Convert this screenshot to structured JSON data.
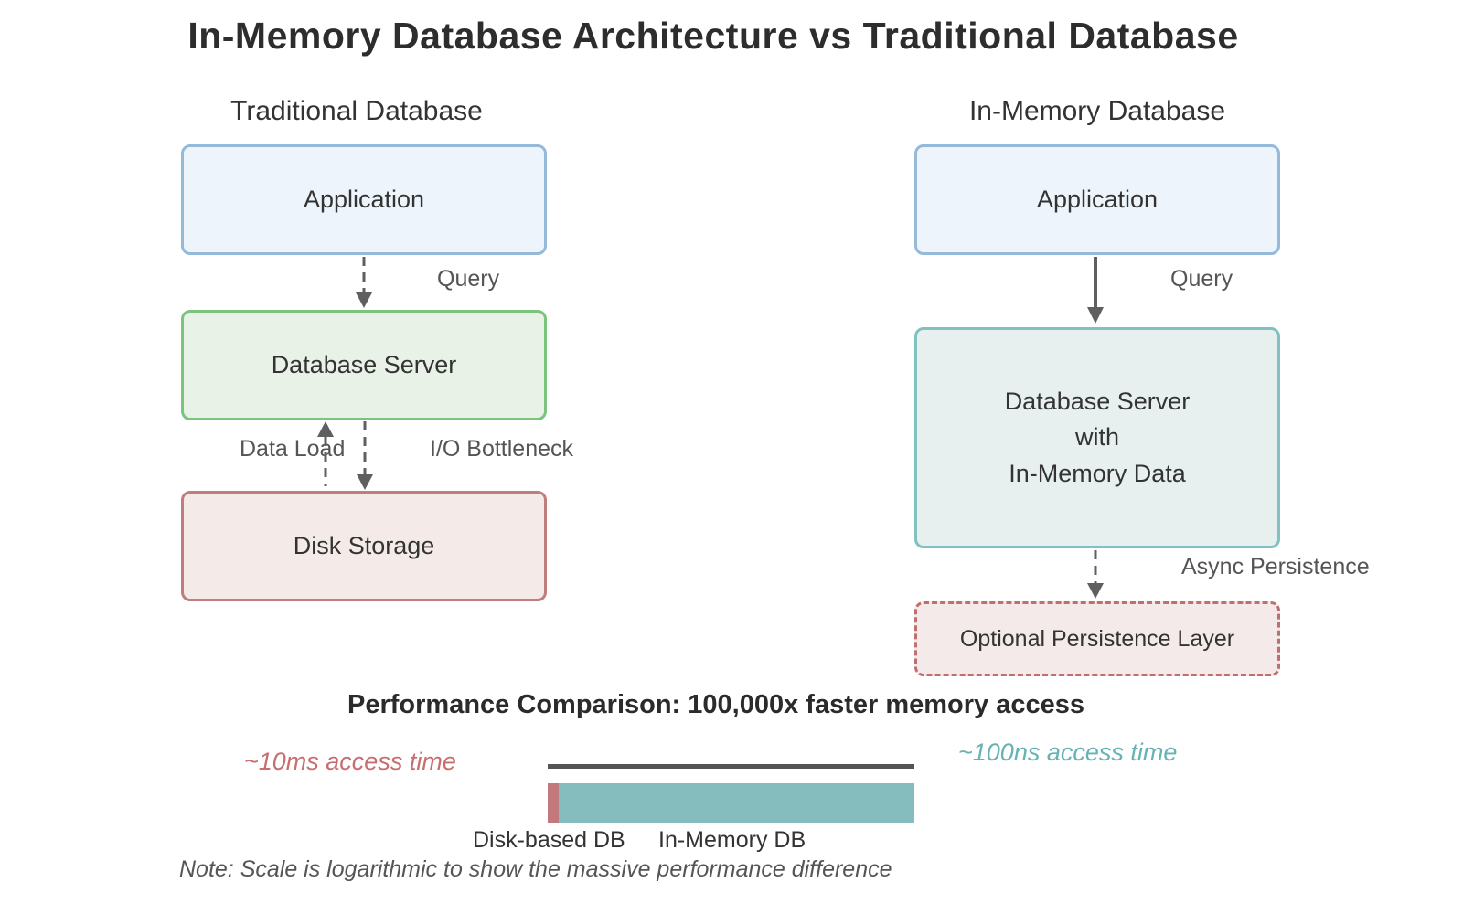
{
  "title": "In-Memory Database Architecture vs Traditional Database",
  "traditional": {
    "header": "Traditional Database",
    "application_label": "Application",
    "query_label": "Query",
    "database_server_label": "Database Server",
    "data_load_label": "Data Load",
    "io_bottleneck_label": "I/O Bottleneck",
    "disk_storage_label": "Disk Storage"
  },
  "in_memory": {
    "header": "In-Memory Database",
    "application_label": "Application",
    "query_label": "Query",
    "database_server_label": "Database Server\nwith\nIn-Memory Data",
    "async_persistence_label": "Async Persistence",
    "persistence_layer_label": "Optional Persistence Layer"
  },
  "performance": {
    "header": "Performance Comparison: 100,000x faster memory access",
    "disk_access_time_label": "~10ms access time",
    "memory_access_time_label": "~100ns access time",
    "disk_bar_label": "Disk-based DB",
    "memory_bar_label": "In-Memory DB",
    "note": "Note: Scale is logarithmic to show the massive performance difference"
  },
  "colors": {
    "application_box_border": "#94b9d9",
    "application_box_fill": "#eef4fb",
    "database_server_border": "#7cc47e",
    "database_server_fill": "#e9f2e7",
    "disk_storage_border": "#bf7d7d",
    "disk_storage_fill": "#f4ebe9",
    "in_memory_db_border": "#82c1c1",
    "in_memory_db_fill": "#e7f0ef",
    "persistence_layer_border": "#c06f6f",
    "persistence_layer_fill": "#f5eaea",
    "disk_bar": "#c1797c",
    "memory_bar": "#85bdbf",
    "disk_access_text": "#c76f6f",
    "memory_access_text": "#66b2b4",
    "arrow": "#5f5f5f"
  }
}
